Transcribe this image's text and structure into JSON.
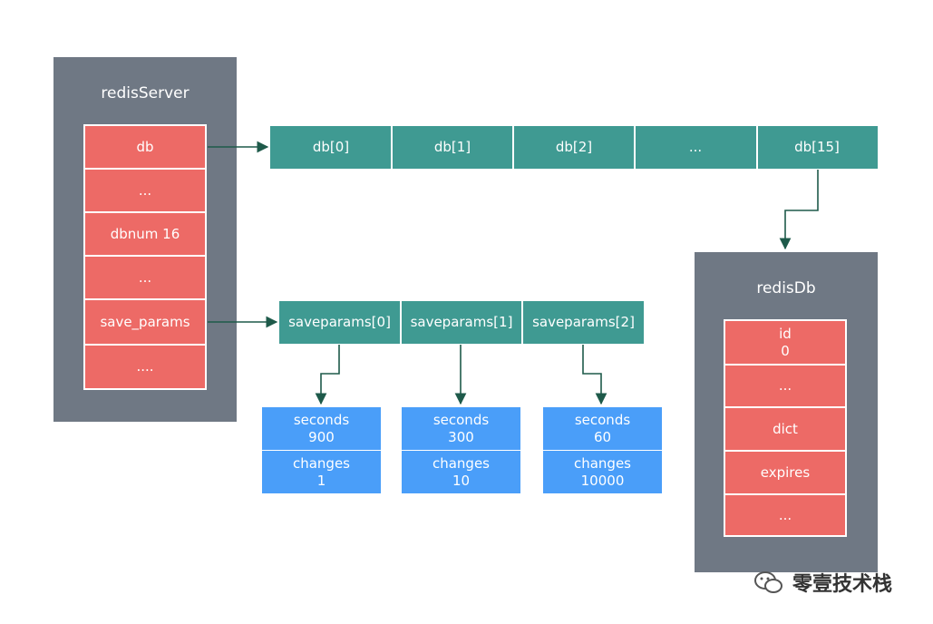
{
  "redis_server": {
    "title": "redisServer",
    "fields": [
      "db",
      "...",
      "dbnum 16",
      "...",
      "save_params",
      "...."
    ]
  },
  "db_array": [
    "db[0]",
    "db[1]",
    "db[2]",
    "...",
    "db[15]"
  ],
  "saveparams_array": [
    "saveparams[0]",
    "saveparams[1]",
    "saveparams[2]"
  ],
  "saveparams": [
    {
      "seconds_label": "seconds",
      "seconds": "900",
      "changes_label": "changes",
      "changes": "1"
    },
    {
      "seconds_label": "seconds",
      "seconds": "300",
      "changes_label": "changes",
      "changes": "10"
    },
    {
      "seconds_label": "seconds",
      "seconds": "60",
      "changes_label": "changes",
      "changes": "10000"
    }
  ],
  "redis_db": {
    "title": "redisDb",
    "fields": [
      {
        "label": "id",
        "value": "0"
      },
      {
        "label": "...",
        "value": ""
      },
      {
        "label": "dict",
        "value": ""
      },
      {
        "label": "expires",
        "value": ""
      },
      {
        "label": "...",
        "value": ""
      }
    ]
  },
  "watermark": {
    "text": "零壹技术栈",
    "icon": "wechat-icon"
  },
  "colors": {
    "panel": "#6f7884",
    "field": "#ed6a66",
    "array": "#3f9a92",
    "struct": "#4a9ef9",
    "arrow": "#1e5a4a"
  }
}
